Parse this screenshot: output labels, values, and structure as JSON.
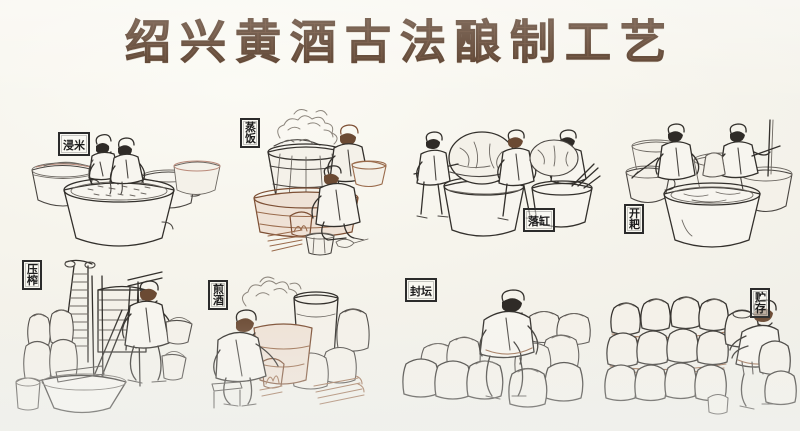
{
  "poster": {
    "title": "绍兴黄酒古法酿制工艺",
    "background_color": "#f6f4ec",
    "title_color": "#5c3a23",
    "ink_color": "#4a4642",
    "accent_color": "#9a6b4c"
  },
  "steps": [
    {
      "index": 1,
      "label": "浸米",
      "label_chars": [
        "浸",
        "米"
      ],
      "orientation": "horizontal",
      "scene": "two workers soaking rice in large ceramic vats"
    },
    {
      "index": 2,
      "label": "蒸饭",
      "label_chars": [
        "蒸",
        "饭"
      ],
      "orientation": "vertical",
      "scene": "steaming rice in a wooden barrel over a brick stove with firewood"
    },
    {
      "index": 3,
      "label": "落缸",
      "label_chars": [
        "落",
        "缸"
      ],
      "orientation": "horizontal",
      "scene": "workers tipping baskets of steamed rice into fermentation vats"
    },
    {
      "index": 4,
      "label": "开耙",
      "label_chars": [
        "开",
        "耙"
      ],
      "orientation": "vertical",
      "scene": "workers stirring fermenting mash with long wooden rakes"
    },
    {
      "index": 5,
      "label": "压榨",
      "label_chars": [
        "压",
        "榨"
      ],
      "orientation": "vertical",
      "scene": "wooden lever press squeezing wine from the mash, worker carrying buckets"
    },
    {
      "index": 6,
      "label": "煎酒",
      "label_chars": [
        "煎",
        "酒"
      ],
      "orientation": "vertical",
      "scene": "seated worker heating wine over a fire with stacked firewood"
    },
    {
      "index": 7,
      "label": "封坛",
      "label_chars": [
        "封",
        "坛"
      ],
      "orientation": "horizontal",
      "scene": "worker sealing rows of clay wine jars"
    },
    {
      "index": 8,
      "label": "贮存",
      "label_chars": [
        "贮",
        "存"
      ],
      "orientation": "vertical",
      "scene": "stacked storage jars in a cellar with a worker handling a jar"
    }
  ]
}
